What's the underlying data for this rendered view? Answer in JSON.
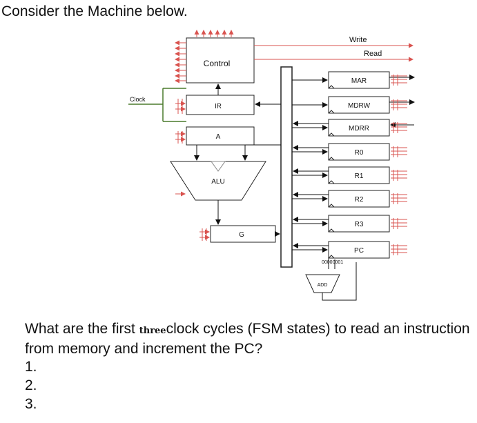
{
  "heading": "Consider the Machine below.",
  "diagram": {
    "clock_label": "Clock",
    "control_label": "Control",
    "write_label": "Write",
    "read_label": "Read",
    "ir_label": "IR",
    "a_label": "A",
    "alu_label": "ALU",
    "g_label": "G",
    "registers": [
      "MAR",
      "MDRW",
      "MDRR",
      "R0",
      "R1",
      "R2",
      "R3",
      "PC"
    ],
    "constant_label": "00000001",
    "adder_label": "ADD"
  },
  "question": {
    "part1": "What are the first",
    "emphasis": "three",
    "part2": "clock cycles (FSM states) to read an instruction from memory and increment the PC?"
  },
  "answers": [
    "1.",
    "2.",
    "3."
  ]
}
